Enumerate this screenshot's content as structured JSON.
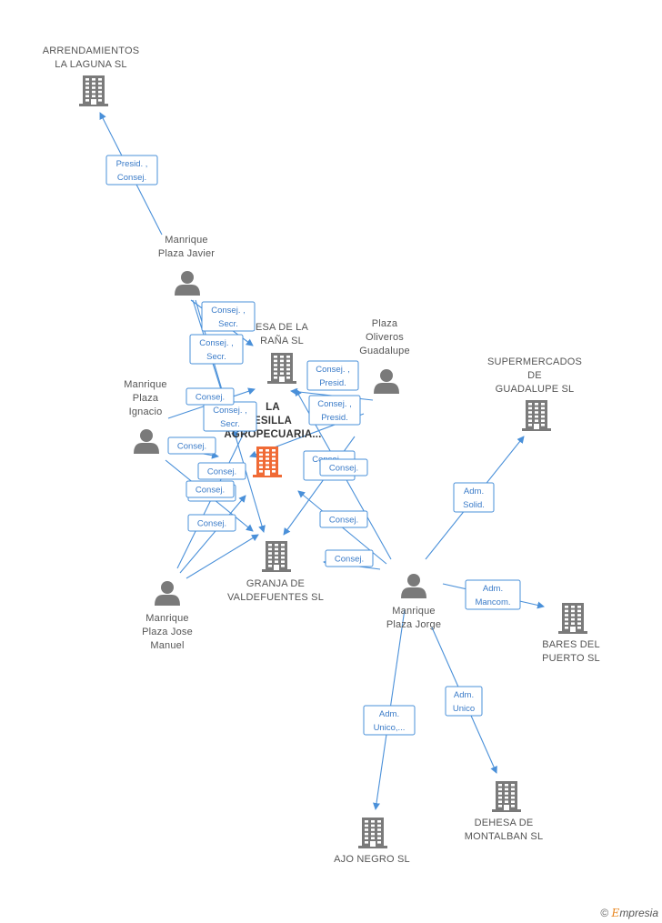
{
  "nodes": [
    {
      "id": "arrendamientos",
      "type": "company",
      "label": [
        "ARRENDAMIENTOS",
        "LA LAGUNA SL"
      ]
    },
    {
      "id": "javier",
      "type": "person",
      "label": [
        "Manrique",
        "Plaza Javier"
      ]
    },
    {
      "id": "dehesa_arana",
      "type": "company",
      "label": [
        "ESA DE LA",
        "RAÑA SL"
      ]
    },
    {
      "id": "oliveros",
      "type": "person",
      "label": [
        "Plaza",
        "Oliveros",
        "Guadalupe"
      ]
    },
    {
      "id": "supermercados",
      "type": "company",
      "label": [
        "SUPERMERCADOS",
        "DE",
        "GUADALUPE SL"
      ]
    },
    {
      "id": "ignacio",
      "type": "person",
      "label": [
        "Manrique",
        "Plaza",
        "Ignacio"
      ]
    },
    {
      "id": "mesilla",
      "type": "company",
      "main": true,
      "label": [
        "LA",
        "ESILLA",
        "AGROPECUARIA..."
      ]
    },
    {
      "id": "valdefuentes",
      "type": "company",
      "label": [
        "GRANJA DE",
        "VALDEFUENTES SL"
      ]
    },
    {
      "id": "jose_manuel",
      "type": "person",
      "label": [
        "Manrique",
        "Plaza Jose",
        "Manuel"
      ]
    },
    {
      "id": "jorge",
      "type": "person",
      "label": [
        "Manrique",
        "Plaza Jorge"
      ]
    },
    {
      "id": "bares",
      "type": "company",
      "label": [
        "BARES DEL",
        "PUERTO SL"
      ]
    },
    {
      "id": "ajo_negro",
      "type": "company",
      "label": [
        "AJO NEGRO SL"
      ]
    },
    {
      "id": "montalban",
      "type": "company",
      "label": [
        "DEHESA DE",
        "MONTALBAN SL"
      ]
    }
  ],
  "edges": [
    {
      "from": "javier",
      "to": "arrendamientos",
      "label": [
        "Presid. ,",
        "Consej."
      ]
    },
    {
      "from": "javier",
      "to": "dehesa_arana",
      "label": [
        "Consej. ,",
        "Secr."
      ]
    },
    {
      "from": "javier",
      "to": "mesilla",
      "label": [
        "Consej. ,",
        "Secr."
      ]
    },
    {
      "from": "javier",
      "to": "valdefuentes",
      "label": [
        "Consej. ,",
        "Secr."
      ]
    },
    {
      "from": "oliveros",
      "to": "dehesa_arana",
      "label": [
        "Consej. ,",
        "Presid."
      ]
    },
    {
      "from": "oliveros",
      "to": "mesilla",
      "label": [
        "Consej. ,",
        "Presid."
      ]
    },
    {
      "from": "oliveros",
      "to": "valdefuentes",
      "label": [
        "Consej. ,",
        "P"
      ]
    },
    {
      "from": "ignacio",
      "to": "dehesa_arana",
      "label": [
        "Consej."
      ]
    },
    {
      "from": "ignacio",
      "to": "mesilla",
      "label": [
        "Consej."
      ]
    },
    {
      "from": "ignacio",
      "to": "valdefuentes",
      "label": [
        "Consej."
      ]
    },
    {
      "from": "jose_manuel",
      "to": "dehesa_arana",
      "label": [
        "Consej."
      ]
    },
    {
      "from": "jose_manuel",
      "to": "mesilla",
      "label": [
        "Consej."
      ]
    },
    {
      "from": "jose_manuel",
      "to": "valdefuentes",
      "label": [
        "Consej."
      ]
    },
    {
      "from": "jorge",
      "to": "dehesa_arana",
      "label": [
        "Consej."
      ]
    },
    {
      "from": "jorge",
      "to": "mesilla",
      "label": [
        "Consej."
      ]
    },
    {
      "from": "jorge",
      "to": "valdefuentes",
      "label": [
        "Consej."
      ]
    },
    {
      "from": "jorge",
      "to": "supermercados",
      "label": [
        "Adm.",
        "Solid."
      ]
    },
    {
      "from": "jorge",
      "to": "bares",
      "label": [
        "Adm.",
        "Mancom."
      ]
    },
    {
      "from": "jorge",
      "to": "ajo_negro",
      "label": [
        "Adm.",
        "Unico,..."
      ]
    },
    {
      "from": "jorge",
      "to": "montalban",
      "label": [
        "Adm.",
        "Unico"
      ]
    }
  ],
  "colors": {
    "edge": "#4a90d9",
    "company": "#7a7a7a",
    "main_company": "#f06a35",
    "person": "#7a7a7a"
  },
  "footer": {
    "copyright": "©",
    "brand_initial": "E",
    "brand_rest": "mpresia"
  }
}
